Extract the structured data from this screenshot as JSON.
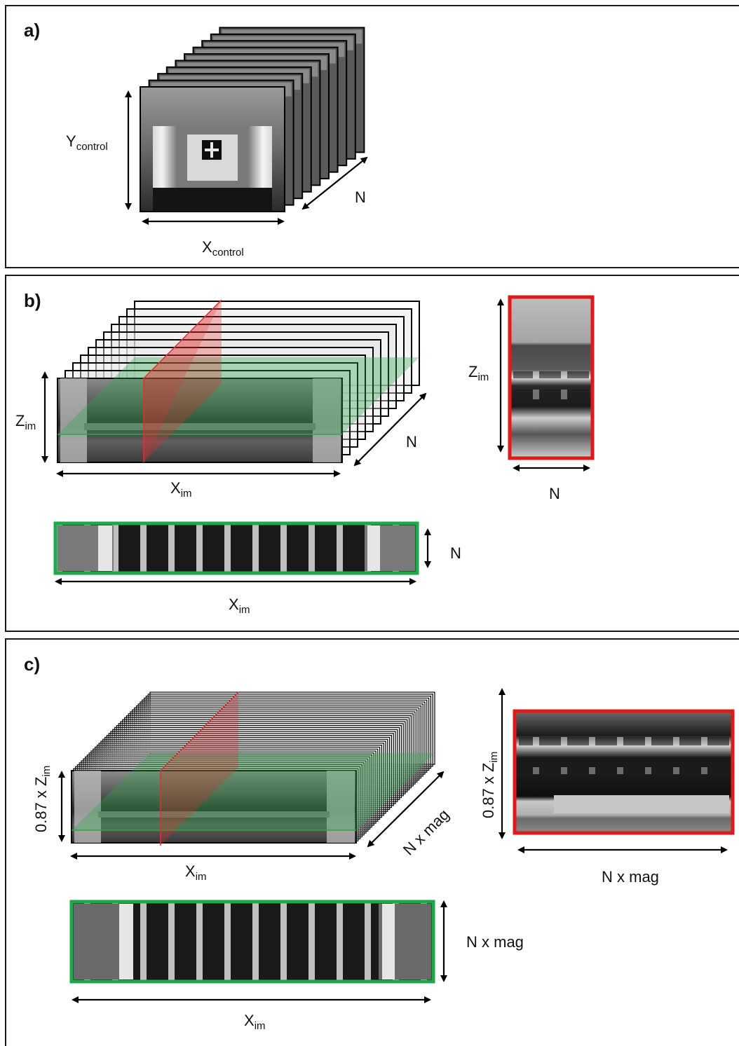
{
  "panels": {
    "a": {
      "label": "a)",
      "y_axis": {
        "main": "Y",
        "sub": "control"
      },
      "x_axis": {
        "main": "X",
        "sub": "control"
      },
      "depth_axis": "N"
    },
    "b": {
      "label": "b)",
      "z_axis": {
        "main": "Z",
        "sub": "im"
      },
      "x_axis": {
        "main": "X",
        "sub": "im"
      },
      "depth_axis": "N",
      "red_slice": {
        "z_axis": {
          "main": "Z",
          "sub": "im"
        },
        "n_axis": "N"
      },
      "green_slice": {
        "n_axis": "N",
        "x_axis": {
          "main": "X",
          "sub": "im"
        }
      }
    },
    "c": {
      "label": "c)",
      "z_axis": {
        "main": "0.87 x Z",
        "sub": "im"
      },
      "x_axis": {
        "main": "X",
        "sub": "im"
      },
      "depth_axis": "N x mag",
      "red_slice": {
        "z_axis": {
          "main": "0.87 x Z",
          "sub": "im"
        },
        "n_axis": "N x mag"
      },
      "green_slice": {
        "n_axis": "N x mag",
        "x_axis": {
          "main": "X",
          "sub": "im"
        }
      }
    }
  },
  "colors": {
    "frame": "#1a1a1a",
    "red_slice_border": "#e0191b",
    "green_slice_border": "#1fa84a",
    "red_plane": "#e03030",
    "green_plane": "#2aa84a"
  }
}
